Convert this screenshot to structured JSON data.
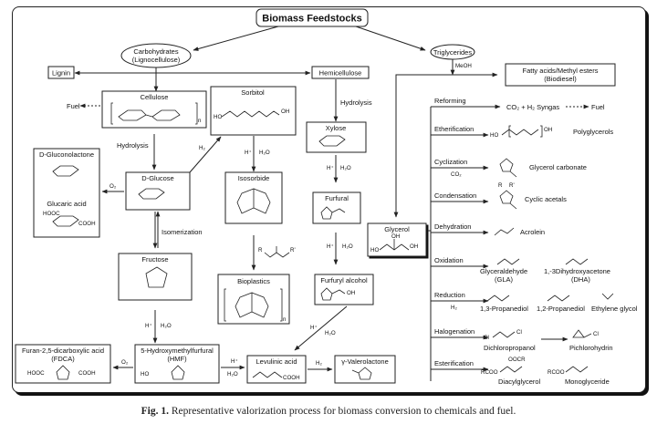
{
  "figure": {
    "caption_label": "Fig. 1.",
    "caption_text": " Representative valorization process for biomass conversion to chemicals and fuel."
  },
  "nodes": {
    "root": "Biomass Feedstocks",
    "carbohydrates_1": "Carbohydrates",
    "carbohydrates_2": "(Lignocellulose)",
    "triglycerides": "Triglycerides",
    "lignin": "Lignin",
    "hemicellulose": "Hemicellulose",
    "fatty_acids_1": "Fatty acids/Methyl esters",
    "fatty_acids_2": "(Biodiesel)",
    "cellulose": "Cellulose",
    "sorbitol": "Sorbitol",
    "xylose": "Xylose",
    "d_gluconolactone": "D-Gluconolactone",
    "glucaric_acid": "Glucaric acid",
    "d_glucose": "D-Glucose",
    "isosorbide": "Isosorbide",
    "furfural": "Furfural",
    "fructose": "Fructose",
    "bioplastics": "Bioplastics",
    "furfuryl_alcohol": "Furfuryl alcohol",
    "glycerol": "Glycerol",
    "fdca_1": "Furan-2,5-dicarboxylic acid",
    "fdca_2": "(FDCA)",
    "hmf_1": "5-Hydroxymethylfurfural",
    "hmf_2": "(HMF)",
    "levulinic_acid": "Levulinic acid",
    "gvl": "γ-Valerolactone",
    "fuel_left": "Fuel"
  },
  "reactions": {
    "meoh": "MeOH",
    "hydrolysis_cellulose": "Hydrolysis",
    "hydrolysis_hemi": "Hydrolysis",
    "h2": "H₂",
    "o2": "O₂",
    "isomerization": "Isomerization",
    "h_plus": "H⁺",
    "h2o": "H₂O"
  },
  "glycerol_routes": [
    {
      "reaction": "Reforming",
      "reagent": "",
      "products": "CO₂ + H₂   Syngas ····▸ Fuel"
    },
    {
      "reaction": "Etherification",
      "reagent": "",
      "products": "Polyglycerols"
    },
    {
      "reaction": "Cyclization",
      "reagent": "CO₂",
      "products": "Glycerol carbonate"
    },
    {
      "reaction": "Condensation",
      "reagent": "",
      "products": "Cyclic acetals"
    },
    {
      "reaction": "Dehydration",
      "reagent": "",
      "products": "Acrolein"
    },
    {
      "reaction": "Oxidation",
      "reagent": "",
      "products": "Glyceraldehyde (GLA)   1,-3Dihydroxyacetone (DHA)"
    },
    {
      "reaction": "Reduction",
      "reagent": "H₂",
      "products": "1,3-Propanediol 1,2-Propanediol Ethylene glycol"
    },
    {
      "reaction": "Halogenation",
      "reagent": "",
      "products": "Dichloropropanol → Pichlorohydrin"
    },
    {
      "reaction": "Esterification",
      "reagent": "",
      "products": "Diacylglycerol   Monoglyceride"
    }
  ],
  "product_labels": {
    "oxidation_a_1": "Glyceraldehyde",
    "oxidation_a_2": "(GLA)",
    "oxidation_b_1": "1,-3Dihydroxyacetone",
    "oxidation_b_2": "(DHA)",
    "reduction_a": "1,3-Propanediol",
    "reduction_b": "1,2-Propanediol",
    "reduction_c": "Ethylene glycol",
    "halogenation_a": "Dichloropropanol",
    "halogenation_b": "Pichlorohydrin",
    "ester_a": "Diacylglycerol",
    "ester_b": "Monoglyceride",
    "syngas": "CO₂ + H₂   Syngas",
    "fuel_right": "Fuel"
  },
  "chem_labels": {
    "oh": "OH",
    "ho": "HO",
    "cooh": "COOH",
    "hooc": "HOOC",
    "cl": "Cl",
    "rcoo": "RCOO",
    "oocr": "OOCR",
    "o": "O",
    "h": "H",
    "n": "n",
    "r": "R",
    "r_prime": "R'"
  }
}
